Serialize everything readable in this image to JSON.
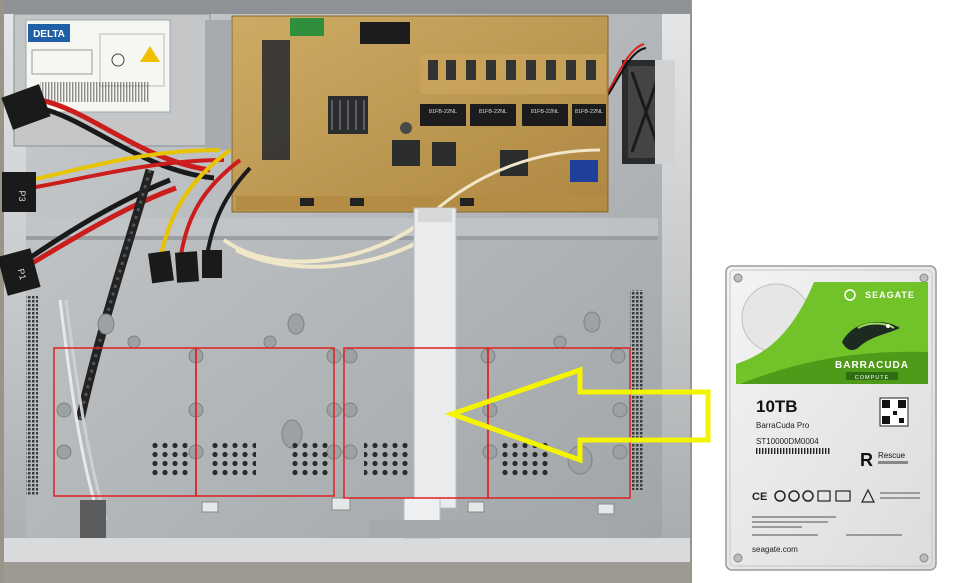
{
  "psu": {
    "brand": "DELTA"
  },
  "chips": [
    {
      "text": "81FB-22NL"
    },
    {
      "text": "81FB-22NL"
    },
    {
      "text": "81FB-22NL"
    },
    {
      "text": "81FB-22NL"
    }
  ],
  "cables": [
    {
      "text": "P3"
    },
    {
      "text": "P1"
    }
  ],
  "drive": {
    "brand": "SEAGATE",
    "product_line": "BARRACUDA",
    "product_sub": "COMPUTE",
    "capacity": "10TB",
    "model_name": "BarraCuda Pro",
    "model_number": "ST10000DM0004",
    "rescue_brand": "Rescue",
    "website": "seagate.com"
  },
  "annotations": {
    "bay_outline_color": "#e02020",
    "arrow_color": "#f4f400"
  }
}
